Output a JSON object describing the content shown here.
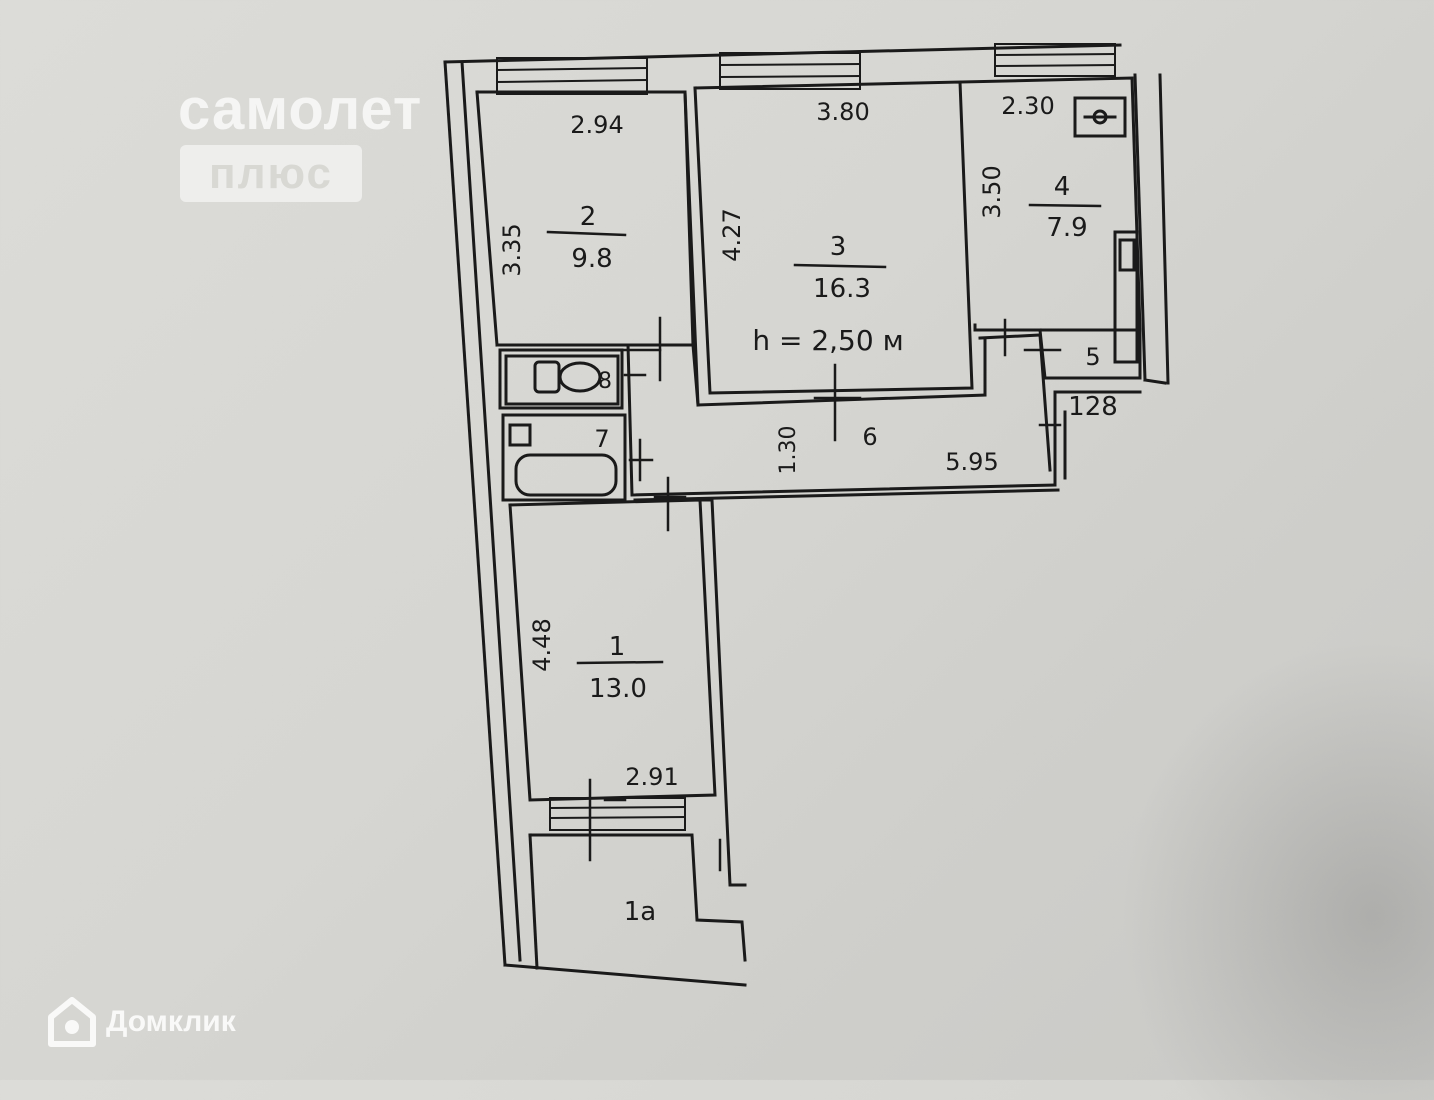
{
  "watermarks": {
    "samolet": "самолет",
    "plus": "плюс",
    "domclick": "Домклик",
    "domclick_logo": "house-icon"
  },
  "plan": {
    "ceiling_height": "h = 2,50 м",
    "rooms": [
      {
        "id": "room-2",
        "number": "2",
        "area": "9.8"
      },
      {
        "id": "room-3",
        "number": "3",
        "area": "16.3"
      },
      {
        "id": "room-4",
        "number": "4",
        "area": "7.9"
      },
      {
        "id": "room-1",
        "number": "1",
        "area": "13.0"
      }
    ],
    "labels": {
      "wc": "8",
      "bath": "7",
      "hall": "6",
      "closet": "5",
      "niche": "128",
      "balcony": "1а"
    },
    "dimensions": {
      "room2_width": "2.94",
      "room2_depth": "3.35",
      "room3_width": "3.80",
      "room3_depth": "4.27",
      "room4_width": "2.30",
      "room4_depth": "3.50",
      "hall_width": "1.30",
      "hall_length": "5.95",
      "room1_depth": "4.48",
      "room1_width": "2.91"
    }
  }
}
